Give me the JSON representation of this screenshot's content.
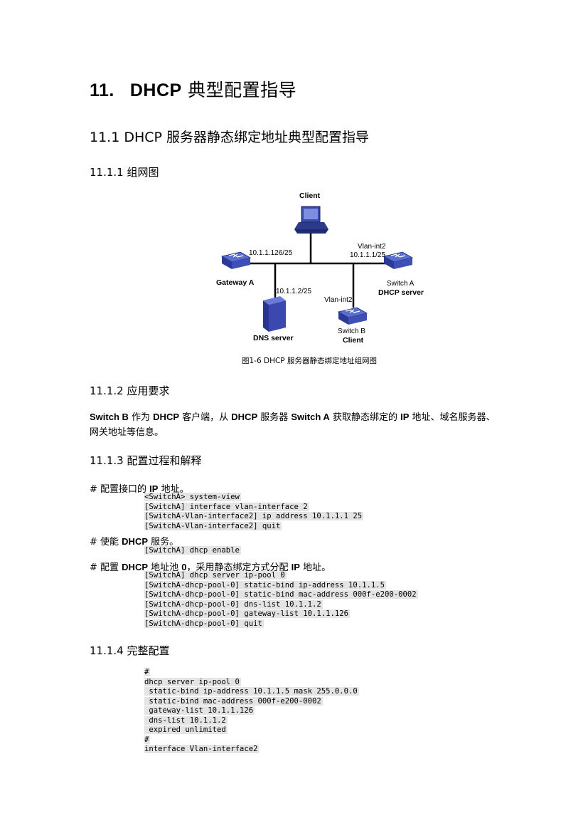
{
  "heading1": {
    "number": "11.",
    "en": "DHCP",
    "cn": "典型配置指导"
  },
  "heading2": "11.1 DHCP 服务器静态绑定地址典型配置指导",
  "sections": {
    "s1": "11.1.1 组网图",
    "s2": "11.1.2 应用要求",
    "s3": "11.1.3 配置过程和解释",
    "s4": "11.1.4 完整配置"
  },
  "diagram": {
    "client_top": "Client",
    "gateway": "Gateway A",
    "gateway_ip": "10.1.1.126/25",
    "dns_ip": "10.1.1.2/25",
    "dns": "DNS server",
    "switch_a_vlan": "Vlan-int2",
    "switch_a_ip": "10.1.1.1/25",
    "switch_a_name": "Switch A",
    "switch_a_role": "DHCP server",
    "switch_b_vlan": "Vlan-int2",
    "switch_b_name": "Switch B",
    "switch_b_role": "Client",
    "caption": "图1-6 DHCP 服务器静态绑定地址组网图"
  },
  "requirement": {
    "line1_a": "Switch B",
    "line1_b": " 作为 ",
    "line1_c": "DHCP",
    "line1_d": " 客户端，从 ",
    "line1_e": "DHCP",
    "line1_f": " 服务器 ",
    "line1_g": "Switch A",
    "line1_h": " 获取静态绑定的 ",
    "line1_i": "IP",
    "line1_j": " 地址、域名服务器、",
    "line2": "网关地址等信息。"
  },
  "steps": [
    {
      "pre": "#  配置接口的 ",
      "bold": "IP",
      "post": " 地址。"
    },
    {
      "pre": "#  使能 ",
      "bold": "DHCP",
      "post": " 服务。"
    },
    {
      "pre": "#  配置 ",
      "bold": "DHCP",
      "mid": " 地址池 ",
      "bold2": "0",
      "post": "，采用静态绑定方式分配 ",
      "bold3": "IP",
      "post2": " 地址。"
    }
  ],
  "code1": [
    "<SwitchA> system-view",
    "[SwitchA] interface vlan-interface 2",
    "[SwitchA-Vlan-interface2] ip address 10.1.1.1 25",
    "[SwitchA-Vlan-interface2] quit"
  ],
  "code2": [
    "[SwitchA] dhcp enable"
  ],
  "code3": [
    "[SwitchA] dhcp server ip-pool 0",
    "[SwitchA-dhcp-pool-0] static-bind ip-address 10.1.1.5",
    "[SwitchA-dhcp-pool-0] static-bind mac-address 000f-e200-0002",
    "[SwitchA-dhcp-pool-0] dns-list 10.1.1.2",
    "[SwitchA-dhcp-pool-0] gateway-list 10.1.1.126",
    "[SwitchA-dhcp-pool-0] quit"
  ],
  "code4": [
    "#",
    "dhcp server ip-pool 0",
    " static-bind ip-address 10.1.1.5 mask 255.0.0.0",
    " static-bind mac-address 000f-e200-0002",
    " gateway-list 10.1.1.126",
    " dns-list 10.1.1.2",
    " expired unlimited",
    "#",
    "interface Vlan-interface2"
  ]
}
